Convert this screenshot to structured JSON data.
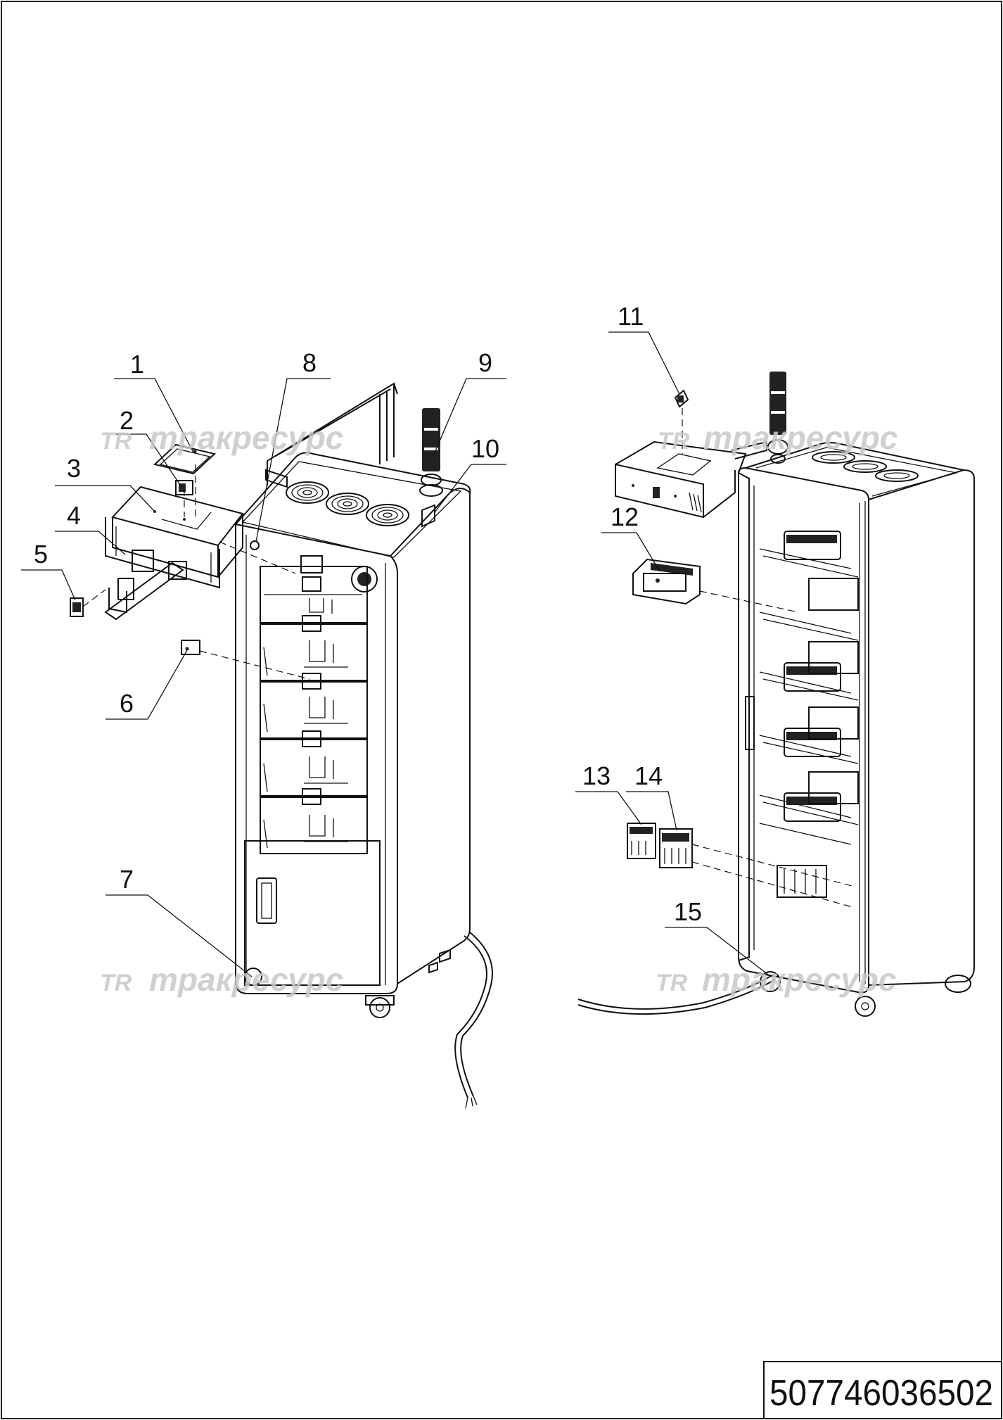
{
  "document": {
    "number": "507746036502",
    "watermark": "тракресурс",
    "watermark_logo": "TR"
  },
  "callouts": [
    {
      "id": "c1",
      "label": "1"
    },
    {
      "id": "c2",
      "label": "2"
    },
    {
      "id": "c3",
      "label": "3"
    },
    {
      "id": "c4",
      "label": "4"
    },
    {
      "id": "c5",
      "label": "5"
    },
    {
      "id": "c6",
      "label": "6"
    },
    {
      "id": "c7",
      "label": "7"
    },
    {
      "id": "c8",
      "label": "8"
    },
    {
      "id": "c9",
      "label": "9"
    },
    {
      "id": "c10",
      "label": "10"
    },
    {
      "id": "c11",
      "label": "11"
    },
    {
      "id": "c12",
      "label": "12"
    },
    {
      "id": "c13",
      "label": "13"
    },
    {
      "id": "c14",
      "label": "14"
    },
    {
      "id": "c15",
      "label": "15"
    }
  ]
}
